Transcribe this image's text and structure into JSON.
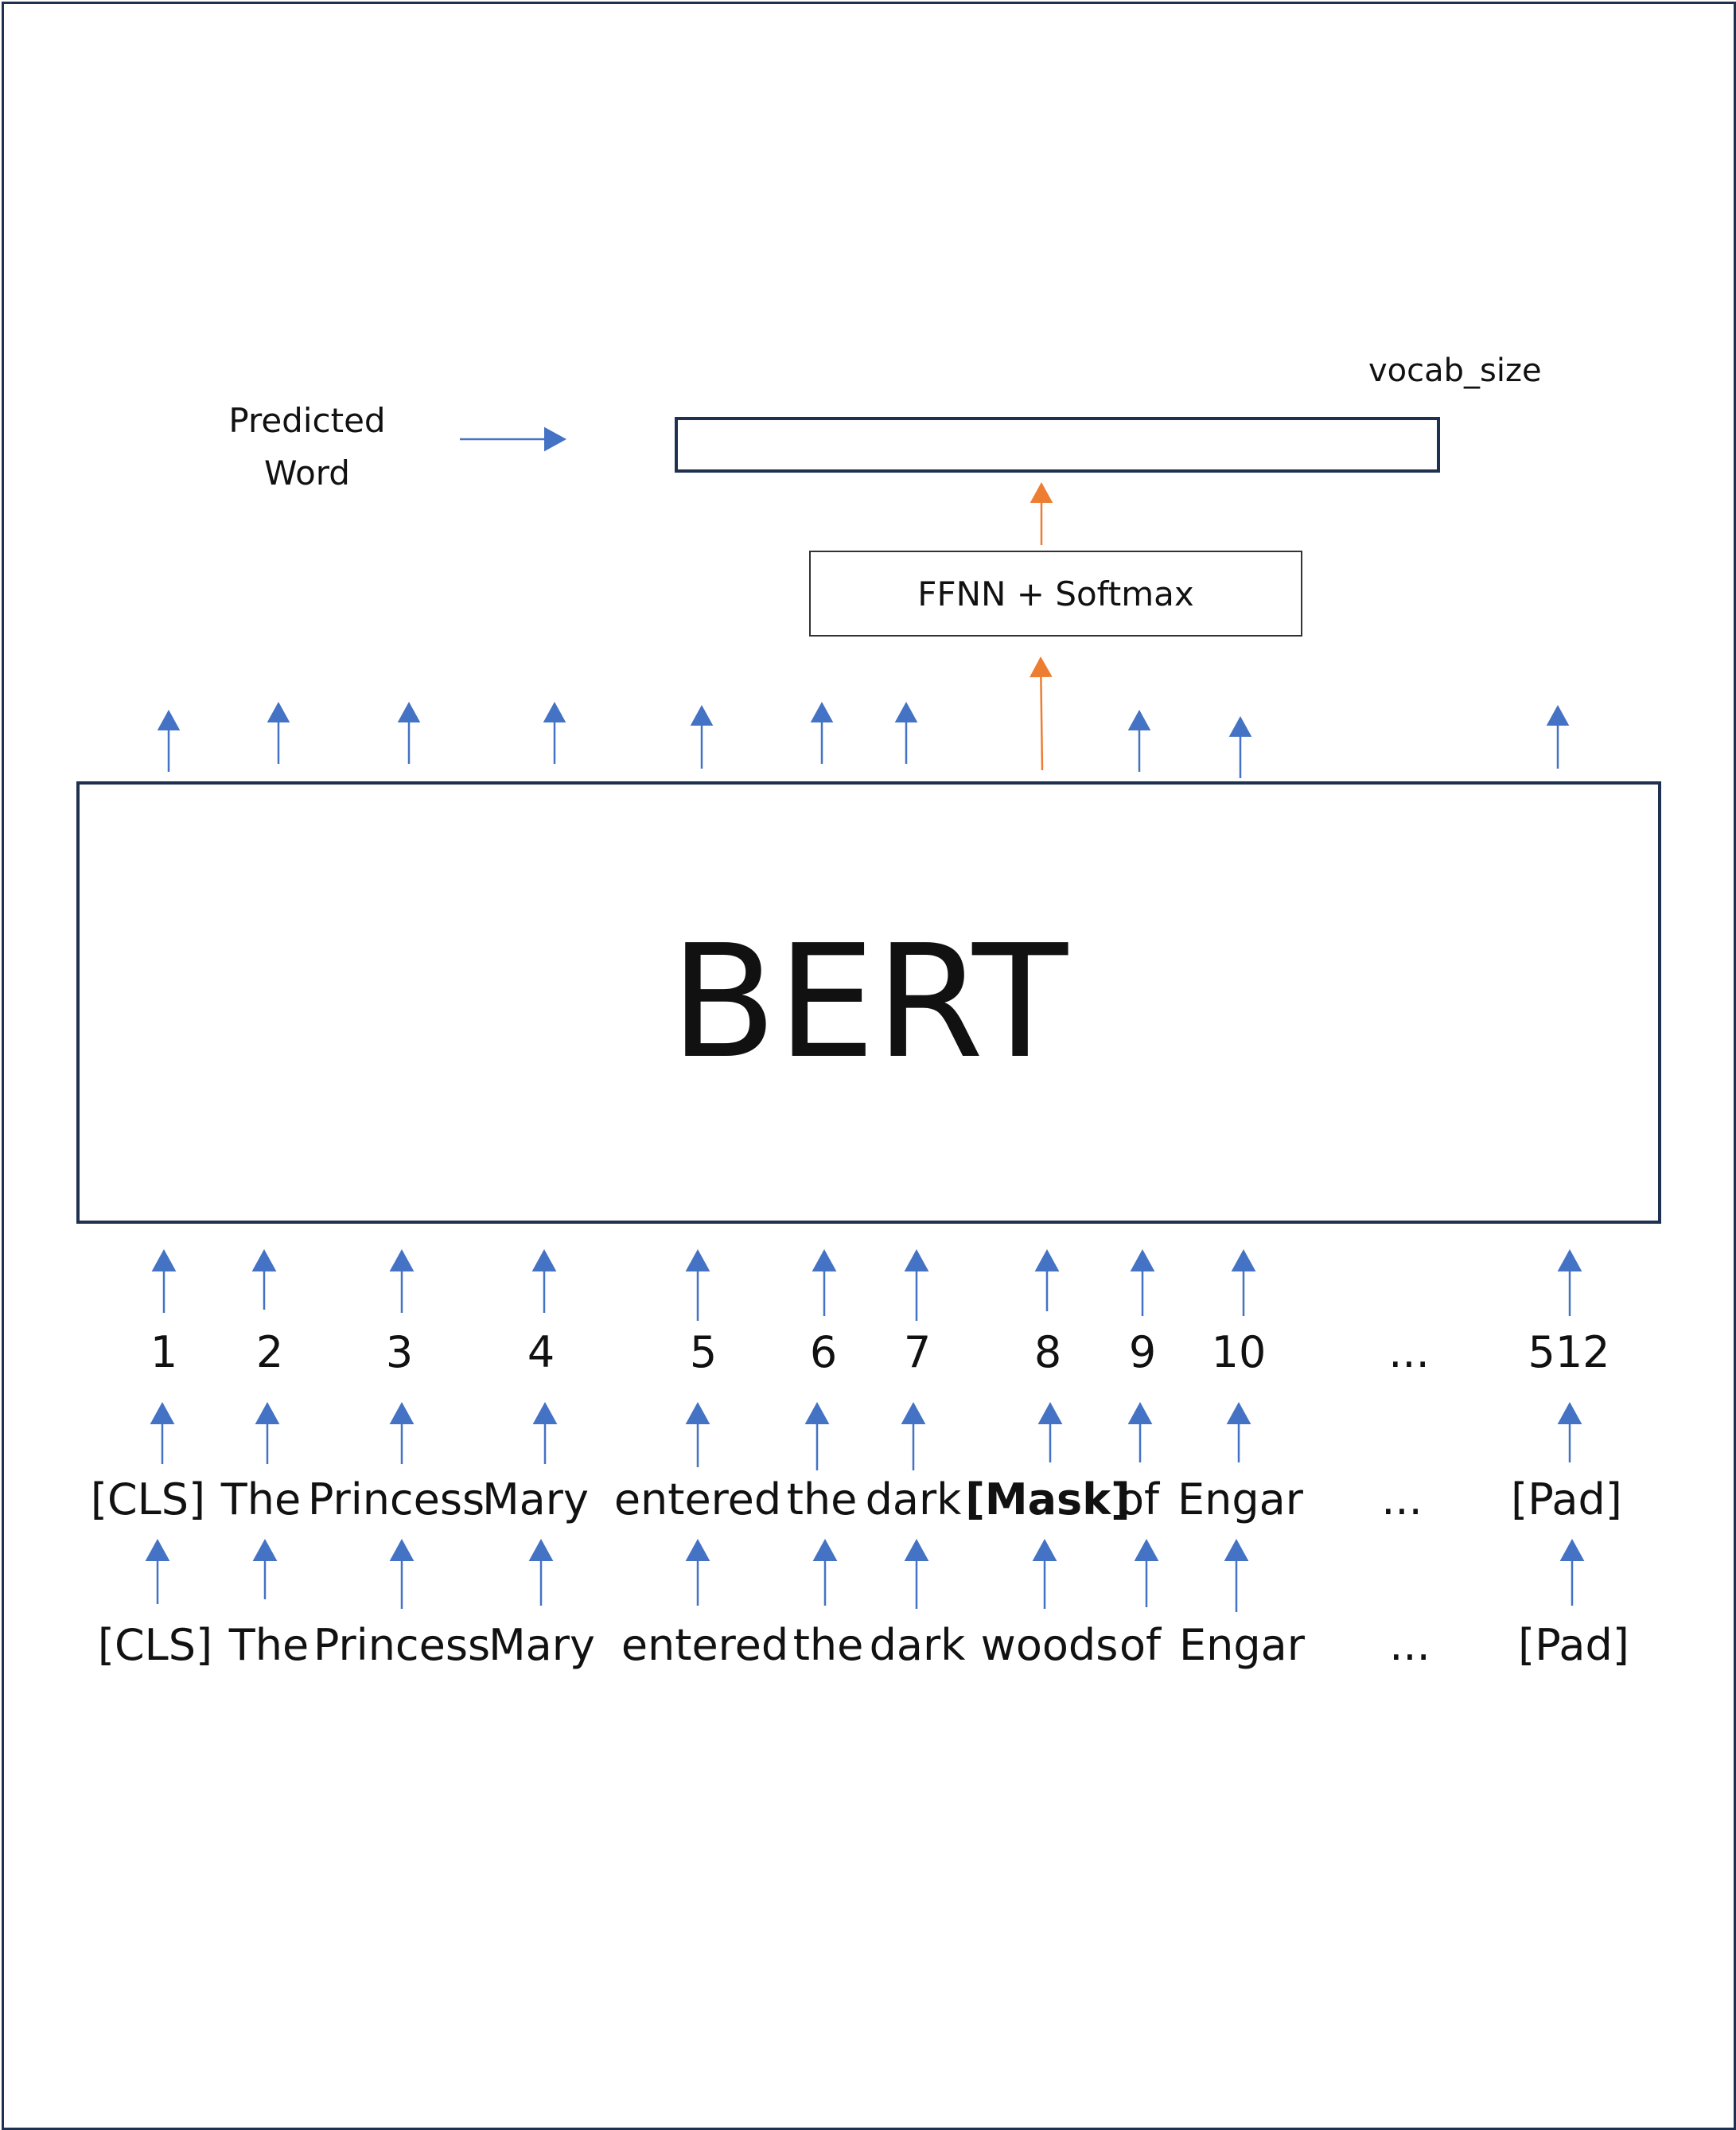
{
  "labels": {
    "vocab_size": "vocab_size",
    "predicted_word": "Predicted Word",
    "ffnn": "FFNN + Softmax",
    "model": "BERT"
  },
  "positions": [
    "1",
    "2",
    "3",
    "4",
    "5",
    "6",
    "7",
    "8",
    "9",
    "10",
    "...",
    "512"
  ],
  "masked_sentence": [
    "[CLS]",
    "The",
    "Princess",
    "Mary",
    "entered",
    "the",
    "dark",
    "[Mask]",
    "of",
    "Engar",
    "...",
    "[Pad]"
  ],
  "original_sentence": [
    "[CLS]",
    "The",
    "Princess",
    "Mary",
    "entered",
    "the",
    "dark",
    "woods",
    "of",
    "Engar",
    "...",
    "[Pad]"
  ],
  "colors": {
    "blue_arrow": "#4472c4",
    "orange_arrow": "#ed7d31",
    "box_border": "#1f3150"
  }
}
